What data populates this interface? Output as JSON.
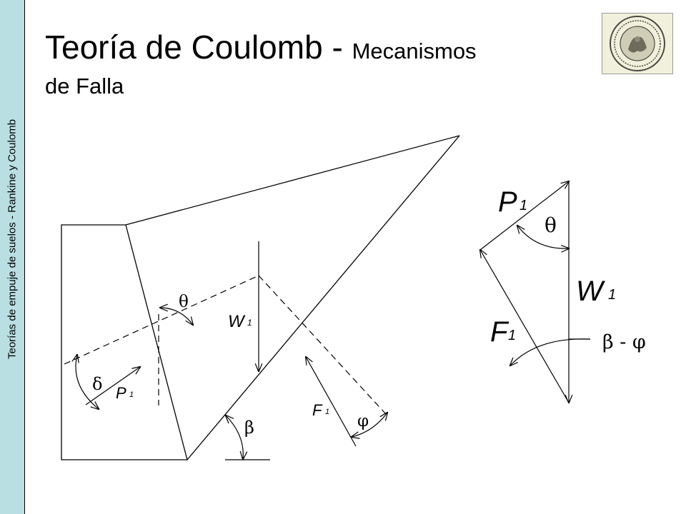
{
  "sidebar": {
    "text": "Teorías de empuje de suelos - Rankine y Coulomb"
  },
  "header": {
    "title_main": "Teoría de Coulomb",
    "title_sep": " - ",
    "title_sub_1": "Mecanismos",
    "title_sub_2": "de Falla"
  },
  "logo": {
    "name": "university-seal"
  },
  "diagram": {
    "labels": {
      "theta_left": "θ",
      "w1_left": "W",
      "w1_left_sub": "1",
      "delta": "δ",
      "p1_left": "P",
      "p1_left_sub": "1",
      "beta": "β",
      "f1_left": "F",
      "f1_left_sub": "1",
      "phi": "φ",
      "p1_right": "P",
      "p1_right_sub": "1",
      "theta_right": "θ",
      "w1_right": "W",
      "w1_right_sub": "1",
      "f1_right": "F",
      "f1_right_sub": "1",
      "beta_minus_phi": "β - φ"
    }
  }
}
